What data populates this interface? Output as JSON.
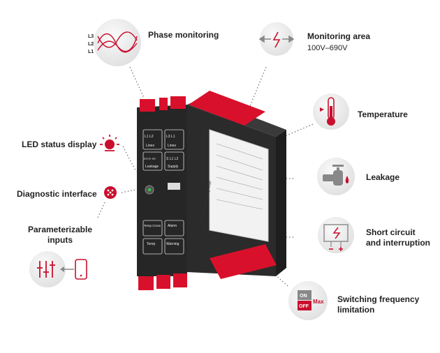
{
  "features": {
    "phase": {
      "label": "Phase monitoring",
      "phases": [
        "L3",
        "L2",
        "L1"
      ]
    },
    "area": {
      "label": "Monitoring area",
      "range": "100V–690V"
    },
    "temperature": {
      "label": "Temperature"
    },
    "leakage": {
      "label": "Leakage"
    },
    "short": {
      "label_line1": "Short circuit",
      "label_line2": "and interruption"
    },
    "switching": {
      "label_line1": "Switching frequency",
      "label_line2": "limitation",
      "on": "ON",
      "off": "OFF",
      "max": "Max"
    },
    "led": {
      "label": "LED status display"
    },
    "diag": {
      "label": "Diagnostic interface"
    },
    "param": {
      "label_line1": "Parameterizable",
      "label_line2": "inputs"
    }
  },
  "device": {
    "top_panel": [
      {
        "code": "L1 L2",
        "name": "Lines"
      },
      {
        "code": "L3 L1",
        "name": "Lines"
      },
      {
        "code": "I>I I> I>I",
        "name": "Leakage"
      },
      {
        "code": "S L1 L2",
        "name": "Supply"
      }
    ],
    "bottom_panel": [
      {
        "code": "Temp  Cross",
        "name": ""
      },
      {
        "code": "Alarm",
        "name": ""
      },
      {
        "code": "Temp",
        "name": ""
      },
      {
        "code": "Warning",
        "name": ""
      }
    ],
    "side_text": "INTEGI - Y1  Diagnose"
  },
  "colors": {
    "accent": "#c8102e",
    "body": "#2b2b2b",
    "red_part": "#d9102b",
    "icon_bg": "#ececec"
  }
}
